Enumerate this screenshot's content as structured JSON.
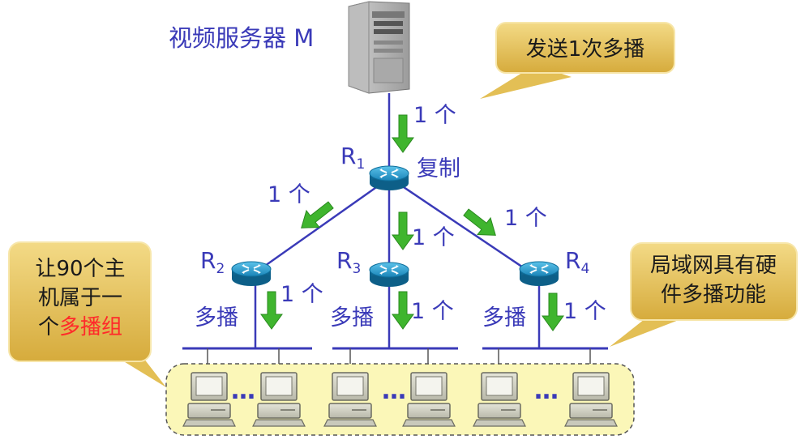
{
  "server": {
    "label": "视频服务器 M"
  },
  "callouts": {
    "send_once": "发送1次多播",
    "group_line1": "让90个主",
    "group_line2": "机属于一",
    "group_line3_prefix": "个",
    "group_line3_highlight": "多播组",
    "lan_line1": "局域网具有硬",
    "lan_line2": "件多播功能"
  },
  "routers": {
    "r1": {
      "letter": "R",
      "sub": "1"
    },
    "r2": {
      "letter": "R",
      "sub": "2"
    },
    "r3": {
      "letter": "R",
      "sub": "3"
    },
    "r4": {
      "letter": "R",
      "sub": "4"
    }
  },
  "labels": {
    "one": "1 个",
    "copy": "复制",
    "multicast": "多播",
    "ellipsis": "…"
  },
  "colors": {
    "link": "#3a3ab8",
    "arrow": "#3fb52e",
    "callout_fill": "#e3bf55",
    "group_fill": "#fbf7b8",
    "router": "#1e8fc0",
    "highlight": "#ff2a2a"
  }
}
